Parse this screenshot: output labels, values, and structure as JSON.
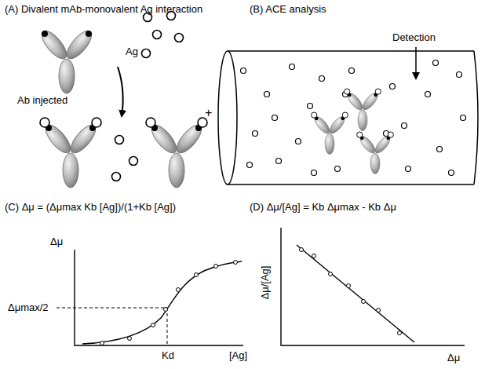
{
  "diagram": {
    "labels": [
      "(A) Divalent mAb-monovalent Ag interaction",
      "Ag",
      "Ab injected",
      "(B) ACE analysis",
      "Detection",
      "+",
      "(C) Δμ = (Δμmax Kb [Ag])/(1+Kb [Ag])",
      "Δμ",
      "Δμmax/2",
      "Kd",
      "[Ag]",
      "(D) Δμ/[Ag] = Kb Δμmax - Kb Δμ",
      "Δμ/[Ag]",
      "Δμ"
    ]
  }
}
